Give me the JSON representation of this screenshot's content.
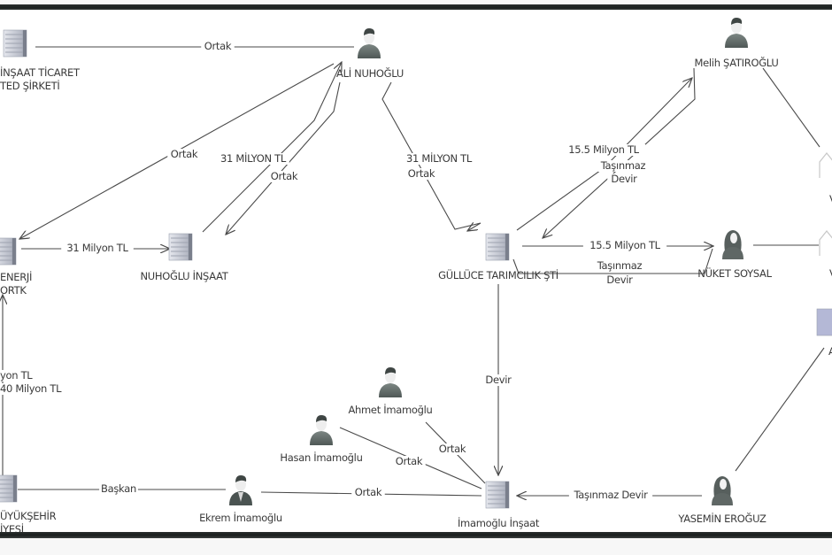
{
  "colors": {
    "background": "#ffffff",
    "line": "#4a4a4a",
    "text": "#3a3a3a",
    "border": "#1f2423",
    "building": "#b9bcc8",
    "person": "#5b6461"
  },
  "nodes": [
    {
      "id": "insaat-ticaret",
      "type": "building",
      "label_lines": [
        "İNŞAAT TİCARET",
        "TED ŞİRKETİ"
      ]
    },
    {
      "id": "ali-nuhoglu",
      "type": "person-male",
      "label_lines": [
        "ALİ NUHOĞLU"
      ]
    },
    {
      "id": "melih-satiroglu",
      "type": "person-male",
      "label_lines": [
        "Melih ŞATIROĞLU"
      ]
    },
    {
      "id": "enerji-ortk",
      "type": "building",
      "label_lines": [
        "ENERJİ",
        "ORTK"
      ]
    },
    {
      "id": "nuhoglu-insaat",
      "type": "building",
      "label_lines": [
        "NUHOĞLU İNŞAAT"
      ]
    },
    {
      "id": "gullu-tarimcilik",
      "type": "building",
      "label_lines": [
        "GÜLLÜCE TARIMCILIK ŞTİ"
      ]
    },
    {
      "id": "nuket-soysal",
      "type": "person-female",
      "label_lines": [
        "NÜKET SOYSAL"
      ]
    },
    {
      "id": "villa-1",
      "type": "house",
      "label_lines": [
        "Vİ"
      ]
    },
    {
      "id": "villa-2",
      "type": "house",
      "label_lines": [
        "Vİ"
      ]
    },
    {
      "id": "right-a",
      "type": "building-blue",
      "label_lines": [
        "A"
      ]
    },
    {
      "id": "ahmet-imamoglu",
      "type": "person-male",
      "label_lines": [
        "Ahmet İmamoğlu"
      ]
    },
    {
      "id": "hasan-imamoglu",
      "type": "person-male",
      "label_lines": [
        "Hasan İmamoğlu"
      ]
    },
    {
      "id": "buyuksehir",
      "type": "building",
      "label_lines": [
        "ÜYÜKŞEHİR",
        "İYESİ"
      ]
    },
    {
      "id": "ekrem-imamoglu",
      "type": "person-suit",
      "label_lines": [
        "Ekrem İmamoğlu"
      ]
    },
    {
      "id": "imamoglu-insaat",
      "type": "building",
      "label_lines": [
        "İmamoğlu İnşaat"
      ]
    },
    {
      "id": "yasemin-eroguz",
      "type": "person-female",
      "label_lines": [
        "YASEMİN EROĞUZ"
      ]
    }
  ],
  "edges": [
    {
      "from": "insaat-ticaret",
      "to": "ali-nuhoglu",
      "label_lines": [
        "Ortak"
      ]
    },
    {
      "from": "ali-nuhoglu",
      "to": "enerji-ortk",
      "label_lines": [
        "Ortak"
      ],
      "arrow": "end"
    },
    {
      "from": "nuhoglu-insaat",
      "to": "ali-nuhoglu",
      "label_lines": [
        "31 MİLYON TL"
      ],
      "arrow": "end"
    },
    {
      "from": "ali-nuhoglu",
      "to": "nuhoglu-insaat",
      "label_lines": [
        "Ortak"
      ],
      "arrow": "end"
    },
    {
      "from": "enerji-ortk",
      "to": "nuhoglu-insaat",
      "label_lines": [
        "31 Milyon TL"
      ],
      "arrow": "end"
    },
    {
      "from": "ali-nuhoglu",
      "to": "gullu-tarimcilik",
      "label_lines": [
        "31 MİLYON TL",
        "Ortak"
      ],
      "arrow": "end"
    },
    {
      "from": "gullu-tarimcilik",
      "to": "melih-satiroglu",
      "label_lines": [
        "15.5 Milyon TL"
      ],
      "arrow": "end"
    },
    {
      "from": "melih-satiroglu",
      "to": "gullu-tarimcilik",
      "label_lines": [
        "Taşınmaz",
        "Devir"
      ],
      "arrow": "end"
    },
    {
      "from": "gullu-tarimcilik",
      "to": "nuket-soysal",
      "label_lines": [
        "15.5 Milyon TL"
      ],
      "arrow": "end"
    },
    {
      "from": "nuket-soysal",
      "to": "gullu-tarimcilik",
      "label_lines": [
        "Taşınmaz",
        "Devir"
      ]
    },
    {
      "from": "melih-satiroglu",
      "to": "villa-1",
      "label_lines": []
    },
    {
      "from": "nuket-soysal",
      "to": "villa-2",
      "label_lines": []
    },
    {
      "from": "gullu-tarimcilik",
      "to": "imamoglu-insaat",
      "label_lines": [
        "Devir"
      ],
      "arrow": "end"
    },
    {
      "from": "buyuksehir",
      "to": "enerji-ortk",
      "label_lines": [
        "yon TL",
        "40 Milyon TL"
      ],
      "arrow": "end"
    },
    {
      "from": "buyuksehir",
      "to": "ekrem-imamoglu",
      "label_lines": [
        "Başkan"
      ]
    },
    {
      "from": "ekrem-imamoglu",
      "to": "imamoglu-insaat",
      "label_lines": [
        "Ortak"
      ]
    },
    {
      "from": "hasan-imamoglu",
      "to": "imamoglu-insaat",
      "label_lines": [
        "Ortak"
      ]
    },
    {
      "from": "ahmet-imamoglu",
      "to": "imamoglu-insaat",
      "label_lines": [
        "Ortak"
      ]
    },
    {
      "from": "yasemin-eroguz",
      "to": "imamoglu-insaat",
      "label_lines": [
        "Taşınmaz Devir"
      ],
      "arrow": "end"
    },
    {
      "from": "yasemin-eroguz",
      "to": "right-a",
      "label_lines": []
    }
  ]
}
